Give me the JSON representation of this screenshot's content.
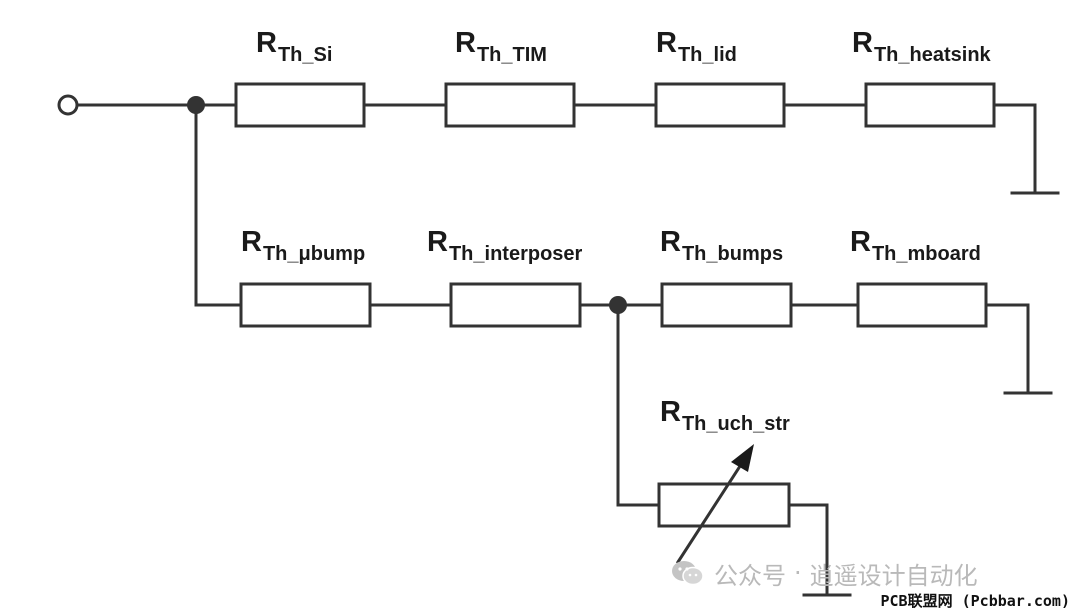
{
  "labels": {
    "si": {
      "main": "R",
      "sub": "Th_Si"
    },
    "tim": {
      "main": "R",
      "sub": "Th_TIM"
    },
    "lid": {
      "main": "R",
      "sub": "Th_lid"
    },
    "heatsink": {
      "main": "R",
      "sub": "Th_heatsink"
    },
    "ubump": {
      "main": "R",
      "sub": "Th_μbump"
    },
    "interposer": {
      "main": "R",
      "sub": "Th_interposer"
    },
    "bumps": {
      "main": "R",
      "sub": "Th_bumps"
    },
    "mboard": {
      "main": "R",
      "sub": "Th_mboard"
    },
    "uch_str": {
      "main": "R",
      "sub": "Th_uch_str"
    }
  },
  "watermark": {
    "icon": "wechat-icon",
    "source": "公众号",
    "separator": "·",
    "account": "逍遥设计自动化"
  },
  "site_credit": "PCB联盟网 (Pcbbar.com)",
  "colors": {
    "line": "#333333",
    "node": "#333333",
    "watermark": "#b9b9b9"
  }
}
